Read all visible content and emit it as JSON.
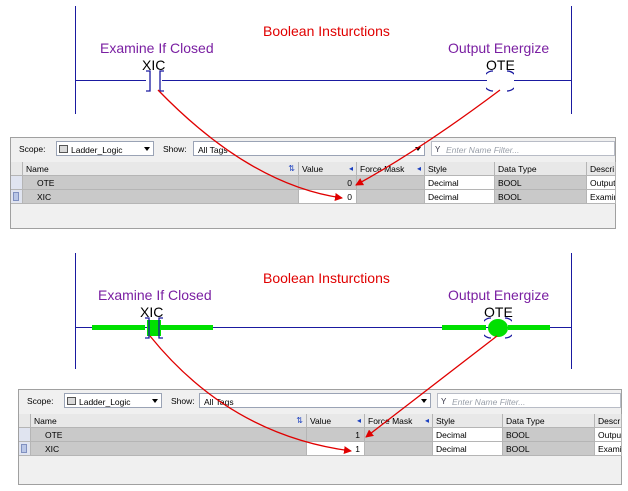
{
  "top": {
    "title": "Boolean Insturctions",
    "xic_desc": "Examine If Closed",
    "xic_tag": "XIC",
    "ote_desc": "Output Energize",
    "ote_tag": "OTE"
  },
  "bottom": {
    "title": "Boolean Insturctions",
    "xic_desc": "Examine If Closed",
    "xic_tag": "XIC",
    "ote_desc": "Output Energize",
    "ote_tag": "OTE"
  },
  "panel1": {
    "scope_label": "Scope:",
    "scope_value": "Ladder_Logic",
    "show_label": "Show:",
    "show_value": "All Tags",
    "filter_placeholder": "Enter Name Filter...",
    "columns": [
      "Name",
      "Value",
      "Force Mask",
      "Style",
      "Data Type",
      "Descri"
    ],
    "rows": [
      {
        "name": "OTE",
        "value": "0",
        "force": "",
        "style": "Decimal",
        "type": "BOOL",
        "desc": "Output"
      },
      {
        "name": "XIC",
        "value": "0",
        "force": "",
        "style": "Decimal",
        "type": "BOOL",
        "desc": "Examin"
      }
    ]
  },
  "panel2": {
    "scope_label": "Scope:",
    "scope_value": "Ladder_Logic",
    "show_label": "Show:",
    "show_value": "All Tags",
    "filter_placeholder": "Enter Name Filter...",
    "columns": [
      "Name",
      "Value",
      "Force Mask",
      "Style",
      "Data Type",
      "Descr"
    ],
    "rows": [
      {
        "name": "OTE",
        "value": "1",
        "force": "",
        "style": "Decimal",
        "type": "BOOL",
        "desc": "Output"
      },
      {
        "name": "XIC",
        "value": "1",
        "force": "",
        "style": "Decimal",
        "type": "BOOL",
        "desc": "Exami"
      }
    ]
  },
  "colors": {
    "title": "#e00000",
    "instruction": "#7a1fa2",
    "rail": "#1a1aa0",
    "energized": "#00e000",
    "arrow": "#e00000"
  }
}
